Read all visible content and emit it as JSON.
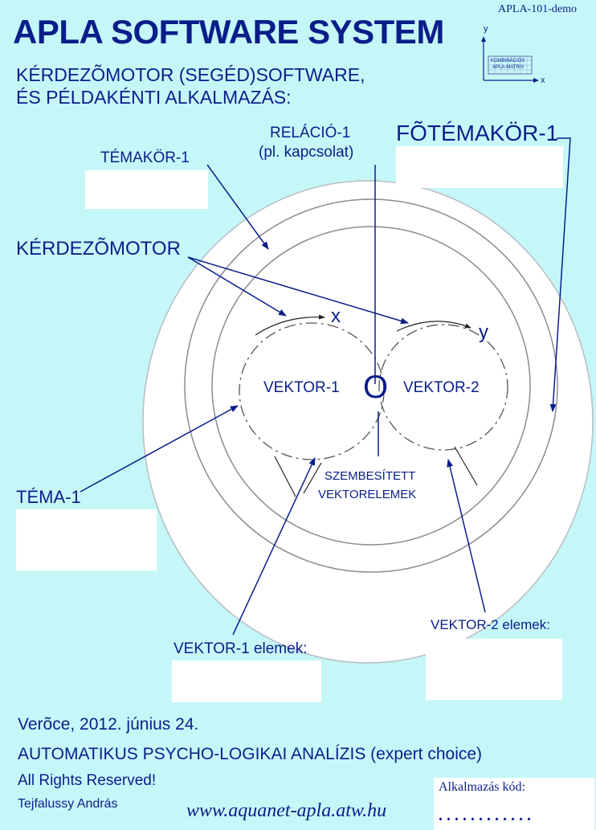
{
  "header": {
    "title": "APLA SOFTWARE SYSTEM",
    "code": "APLA-101-demo",
    "subtitle_line1": "KÉRDEZÕMOTOR (SEGÉD)SOFTWARE,",
    "subtitle_line2": "ÉS PÉLDAKÉNTI ALKALMAZÁS:"
  },
  "matrix_icon": {
    "axis_y": "y",
    "axis_x": "x",
    "line1": "KOMBINÁCIÓS",
    "line2": "APLA-MATRIX"
  },
  "labels": {
    "relacio": "RELÁCIÓ-1",
    "relacio_note": "(pl. kapcsolat)",
    "fotemakor": "FÕTÉMAKÖR-1",
    "temakor": "TÉMAKÖR-1",
    "kerdezomotor": "KÉRDEZÕMOTOR",
    "x": "x",
    "y": "y",
    "vektor1": "VEKTOR-1",
    "vektor2": "VEKTOR-2",
    "o_symbol": "O",
    "szembesitett_1": "SZEMBESÍTETT",
    "szembesitett_2": "VEKTORELEMEK",
    "tema": "TÉMA-1",
    "vektor2_elemek": "VEKTOR-2 elemek:",
    "vektor1_elemek": "VEKTOR-1 elemek:"
  },
  "footer": {
    "place_date": "Verõce, 2012. június 24.",
    "analysis": "AUTOMATIKUS PSYCHO-LOGIKAI ANALÍZIS (expert choice)",
    "rights": "All Rights Reserved!",
    "author": "Tejfalussy András",
    "url": "www.aquanet-apla.atw.hu",
    "code_label": "Alkalmazás kód:",
    "code_dots": ". . . . . . . . . . . ."
  },
  "colors": {
    "background": "#c6f7f8",
    "text": "#0a1e8a",
    "line": "#0a1e8a",
    "circle": "#9a9aa6",
    "box": "#ffffff"
  }
}
